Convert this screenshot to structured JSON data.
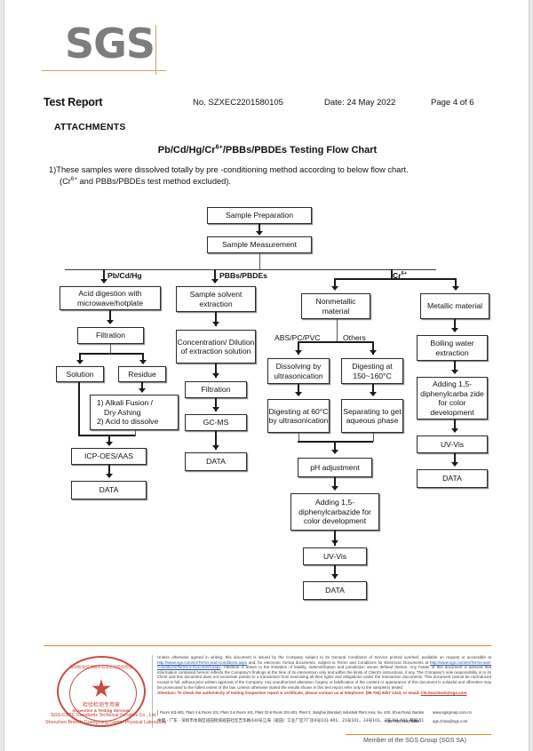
{
  "brand": {
    "logo": "SGS",
    "accent": "#c8a46a"
  },
  "header": {
    "title": "Test Report",
    "report_no": "No. SZXEC2201580105",
    "date": "Date: 24 May 2022",
    "page": "Page 4 of 6"
  },
  "attachments_heading": "ATTACHMENTS",
  "chart_title_parts": {
    "a": "Pb/Cd/Hg/Cr",
    "sup": "6+",
    "b": "/PBBs/PBDEs Testing Flow Chart"
  },
  "note": {
    "line1": "1)These samples were dissolved totally by pre -conditioning method according to below flow chart.",
    "line2_a": "(Cr",
    "line2_sup": "6+",
    "line2_b": " and PBBs/PBDEs  test method excluded)."
  },
  "flow": {
    "nodes": {
      "sample_preparation": "Sample Preparation",
      "sample_measurement": "Sample Measurement",
      "acid_digestion": "Acid digestion with microwave/hotplate",
      "filtration_left": "Filtration",
      "solution": "Solution",
      "residue": "Residue",
      "alkali": "1) Alkali Fusion / Dry Ashing\n2) Acid to dissolve",
      "alkali_l1": "1) Alkali Fusion /",
      "alkali_l2": "Dry Ashing",
      "alkali_l3": "2) Acid to dissolve",
      "icp": "ICP-OES/AAS",
      "data_left": "DATA",
      "sample_solvent": "Sample solvent extraction",
      "concentration": "Concentration/ Dilution of extraction solution",
      "filtration_mid": "Filtration",
      "gcms": "GC-MS",
      "data_mid": "DATA",
      "nonmetallic": "Nonmetallic material",
      "metallic": "Metallic material",
      "dissolving": "Dissolving by ultrasonication",
      "digesting150": "Digesting at 150~160°C",
      "digesting60": "Digesting at 60°C by ultrasonication",
      "separating": "Separating to get aqueous phase",
      "ph_adjustment": "pH adjustment",
      "adding_dpc_mid": "Adding 1,5-diphenylcarbazide for color development",
      "uvvis_mid": "UV-Vis",
      "data_cr_mid": "DATA",
      "boiling": "Boiling water extraction",
      "adding_dpc_right": "Adding 1,5-diphenylcarba zide for color development",
      "uvvis_right": "UV-Vis",
      "data_right": "DATA"
    },
    "branch_labels": {
      "pb_cd_hg": "Pb/Cd/Hg",
      "pbbs_pbdes": "PBBs/PBDEs",
      "cr6_a": "Cr",
      "cr6_sup": "6+",
      "abs_pc_pvc": "ABS/PC/PVC",
      "others": "Others"
    }
  },
  "footer": {
    "legal_1": "Unless otherwise agreed in writing, this document is issued by the Company subject to its General Conditions of Service printed overleaf, available on request or accessible at ",
    "legal_link_1": "http://www.sgs.com/en/Terms-and-Conditions.aspx",
    "legal_2": " and, for electronic format documents, subject to Terms and Conditions for Electronic Documents at ",
    "legal_link_2": "http://www.sgs.com/en/Terms-and-Conditions/Terms-e-Document.aspx",
    "legal_3": ". Attention is drawn to the limitation of liability, indemnification and jurisdiction issues defined therein. Any holder of this document is advised that information contained hereon reflects the Company's findings at the time of its intervention only and within the limits of Client's instructions, if any. The Company's sole responsibility is to its Client and this document does not exonerate parties to a transaction from exercising all their rights and obligations under the transaction documents. This document cannot be reproduced except in full, without prior written approval of the Company. Any unauthorized alteration, forgery or falsification of the content or appearance of this document is unlawful and offenders may be prosecuted to the fullest extent of the law. Unless otherwise stated the results shown in this test report refer only to the sample(s) tested .",
    "attention": "Attention: To check the authenticity of testing /inspection report & certificate, please contact us at telephone: (86-755) 8307 1443, or email: ",
    "attention_email": "CN.Doccheck@sgs.com",
    "address_en": "Room 101-901, Plant 4 & Room 101, Plant 3 & Room 101, Plant 33 & Room 301-601, Plant 3, Jianghai (Bantian) Industrial Plant Area, No. 430, Jihua Road, Bantian Community, Bantian Street, Longgang District, Shenzhen, Guangdong, China  518129",
    "address_cn": "中国 · 广东 · 深圳市龙岗区班田街道班田社区吉华路430号江海（班田）工业厂区7厂房4号101-901、21号101、33号101、3号301-601 邮编:518129",
    "tel1": "t (86-755) 2532 8888",
    "tel2": "t (86-755) 2532 8888",
    "web1": "www.sgsgroup.com.cn",
    "web2": "sgs.china@sgs.com",
    "stamp_line1": "SGS-CSTC Standards Technical Services Co., Ltd.",
    "stamp_line2": "Shenzhen Branch Guangming Center Physical Laboratory",
    "seal_arc_top": "深圳标准技术服务有限公司检验检测",
    "seal_cn": "检验检测专用章",
    "seal_en": "Inspection & Testing Services",
    "member": "Member of the SGS Group (SGS SA)"
  }
}
